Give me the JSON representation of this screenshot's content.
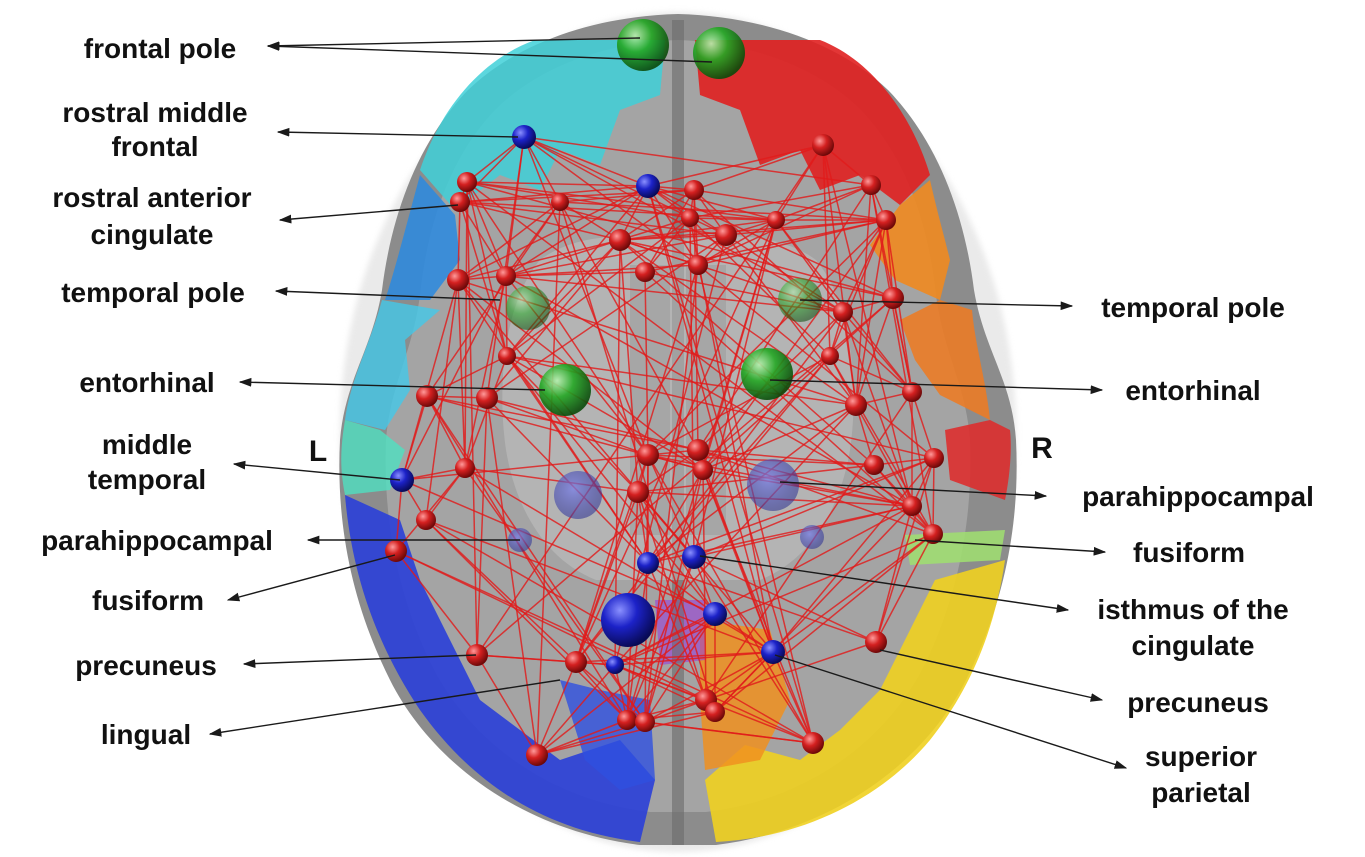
{
  "hemispheres": {
    "left": "L",
    "right": "R"
  },
  "labels": {
    "left": {
      "frontal_pole": "frontal pole",
      "rostral_middle_frontal_1": "rostral middle",
      "rostral_middle_frontal_2": "frontal",
      "rostral_anterior_cingulate_1": "rostral anterior",
      "rostral_anterior_cingulate_2": "cingulate",
      "temporal_pole": "temporal pole",
      "entorhinal": "entorhinal",
      "middle_temporal_1": "middle",
      "middle_temporal_2": "temporal",
      "parahippocampal": "parahippocampal",
      "fusiform": "fusiform",
      "precuneus": "precuneus",
      "lingual": "lingual"
    },
    "right": {
      "temporal_pole": "temporal pole",
      "entorhinal": "entorhinal",
      "parahippocampal": "parahippocampal",
      "fusiform": "fusiform",
      "isthmus_cingulate_1": "isthmus of the",
      "isthmus_cingulate_2": "cingulate",
      "precuneus": "precuneus",
      "superior_parietal_1": "superior",
      "superior_parietal_2": "parietal"
    }
  },
  "colors": {
    "edge": "#e01b1b",
    "node_red": "#cc1a1a",
    "node_blue": "#1c22c0",
    "node_green": "#22a322",
    "brain_gray": "#8a8a8a",
    "left_frontal": "#3fd0d8",
    "left_posterior": "#2a3fd8",
    "right_frontal": "#e02020",
    "right_temporal": "#f07a20",
    "right_posterior": "#f0d020"
  }
}
